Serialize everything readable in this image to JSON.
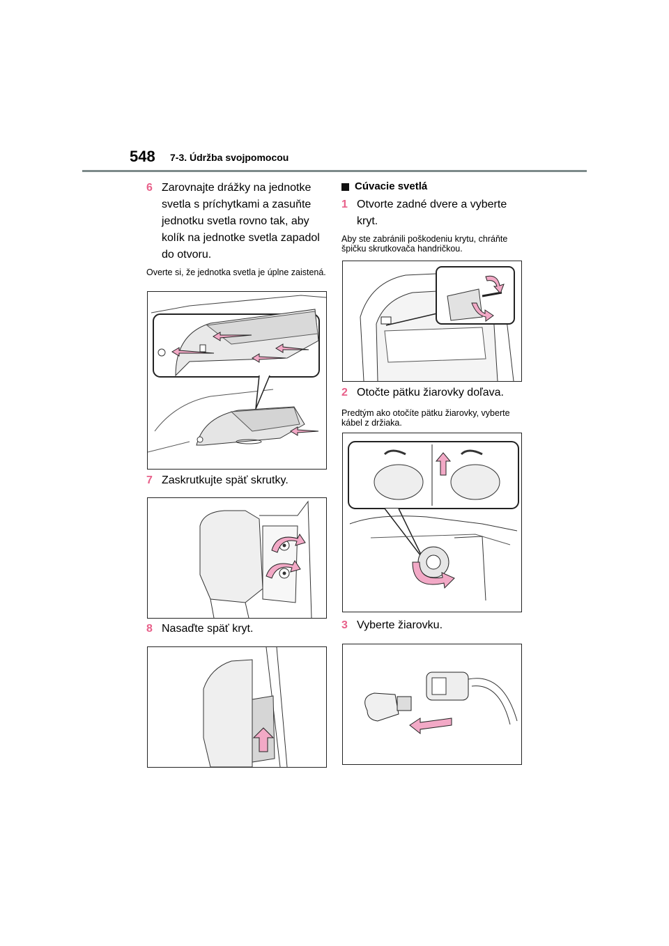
{
  "header": {
    "page_number": "548",
    "section": "7-3. Údržba svojpomocou"
  },
  "left": {
    "step6": {
      "num": "6",
      "text": "Zarovnajte drážky na jednotke svetla s príchytkami a zasuňte jednotku svetla rovno tak, aby kolík na jednotke svetla zapadol do otvoru."
    },
    "note6": "Overte si, že jednotka svetla je úplne zaistená.",
    "step7": {
      "num": "7",
      "text": "Zaskrutkujte späť skrutky."
    },
    "step8": {
      "num": "8",
      "text": "Nasaďte späť kryt."
    }
  },
  "right": {
    "heading": "Cúvacie svetlá",
    "step1": {
      "num": "1",
      "text": "Otvorte zadné dvere a vyberte kryt."
    },
    "note1": "Aby ste zabránili poškodeniu krytu, chráňte špičku skrutkovača handričkou.",
    "step2": {
      "num": "2",
      "text": "Otočte pätku žiarovky doľava."
    },
    "note2": "Predtým ako otočíte pätku žiarovky, vyberte kábel z držiaka.",
    "step3": {
      "num": "3",
      "text": "Vyberte žiarovku."
    }
  },
  "colors": {
    "accent": "#e8608a",
    "arrow_fill": "#f2a9c6",
    "rule": "#7d8a8a"
  }
}
